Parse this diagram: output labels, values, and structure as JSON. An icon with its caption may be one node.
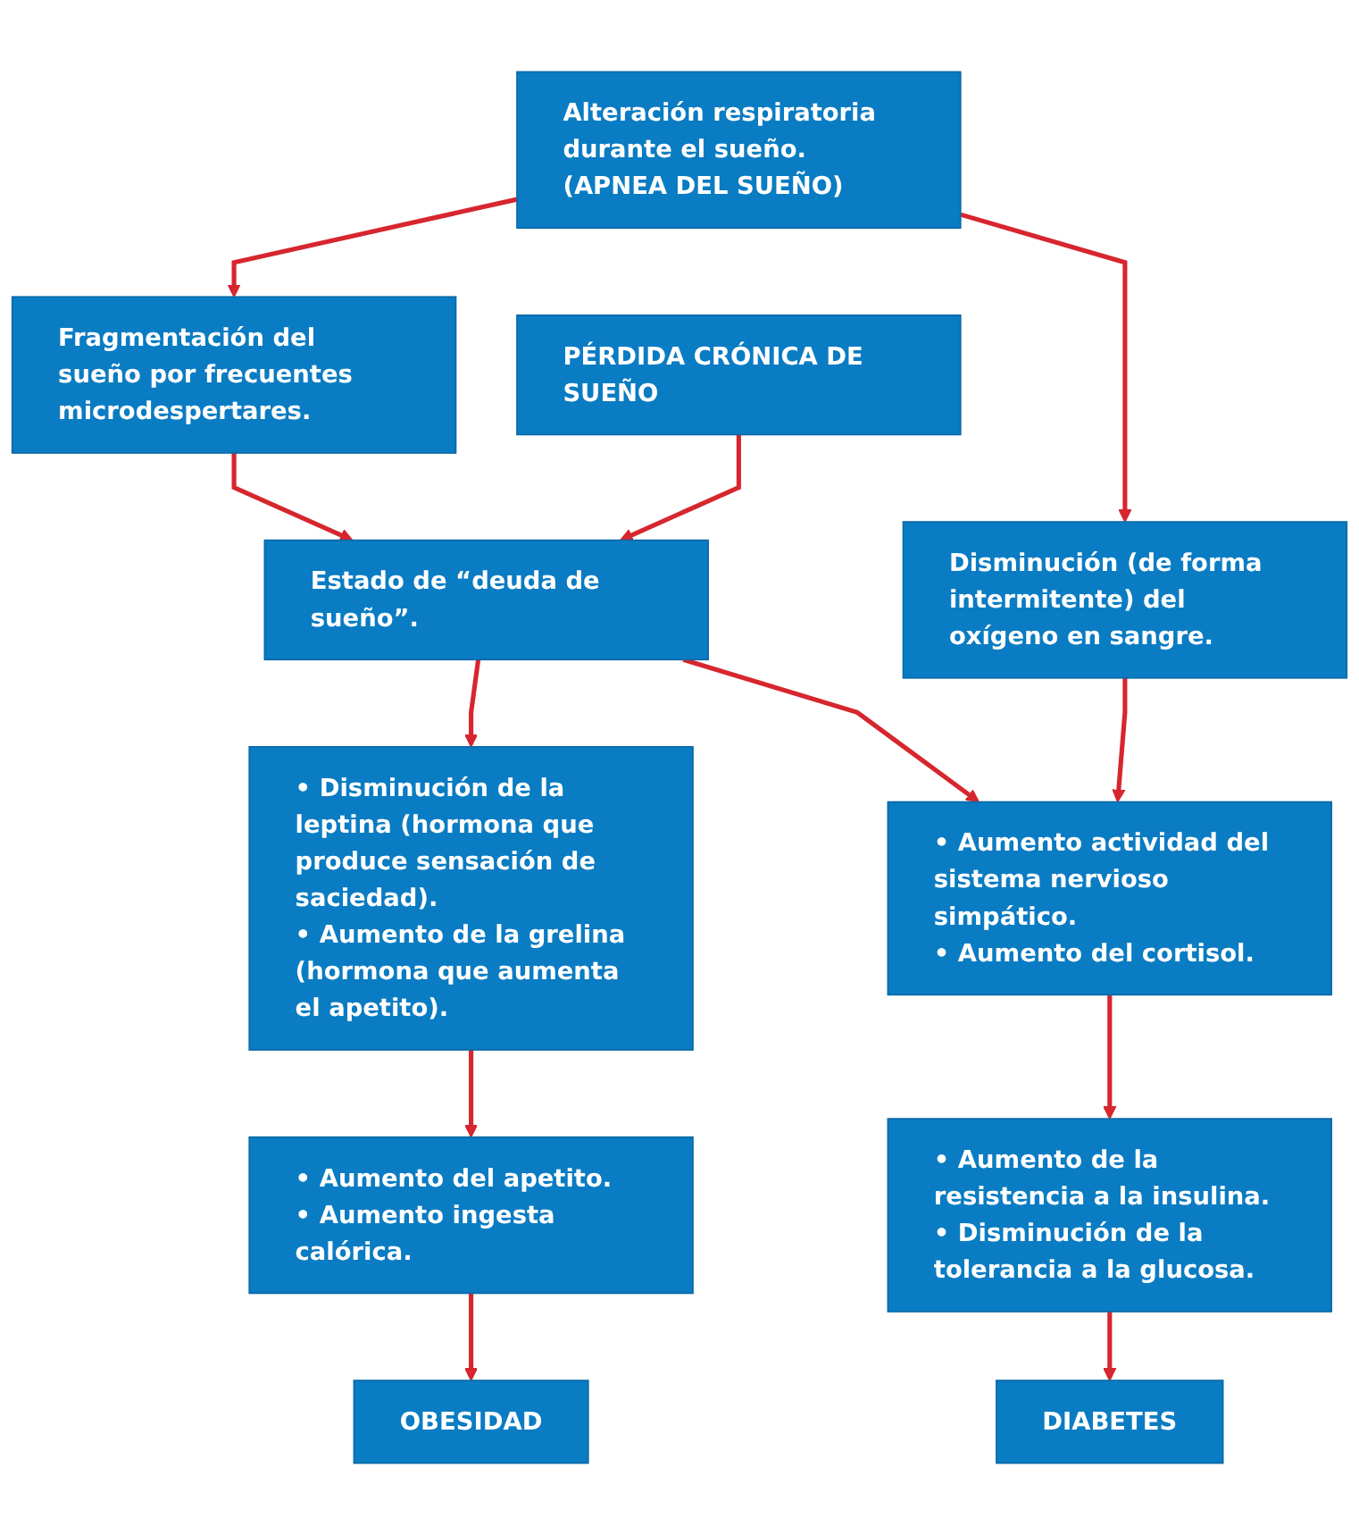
{
  "diagram": {
    "nodes": [
      {
        "text": [
          "Fragmentación del sueño por frecuentes microdespertares."
        ]
      },
      {
        "text": [
          "Alteración respiratoria durante el sueño. (APNEA DEL SUEÑO)"
        ]
      },
      {
        "text": [
          "PÉRDIDA CRÓNICA DE SUEÑO"
        ]
      },
      {
        "text": [
          "Estado de “deuda de sueño”."
        ]
      },
      {
        "text": [
          "Disminución (de forma intermitente) del oxígeno en sangre."
        ]
      },
      {
        "text": [
          "• Disminución de la leptina (hormona que produce sensación de saciedad).",
          "• Aumento de la grelina (hormona que aumenta el apetito)."
        ]
      },
      {
        "text": [
          "• Aumento actividad del sistema nervioso simpático.",
          "• Aumento del cortisol."
        ]
      },
      {
        "text": [
          "• Aumento del apetito.",
          "• Aumento ingesta calórica."
        ]
      },
      {
        "text": [
          "• Aumento de la resistencia a la insulina.",
          "• Disminución de la tolerancia a la glucosa."
        ]
      },
      {
        "text": [
          "OBESIDAD"
        ]
      },
      {
        "text": [
          "DIABETES"
        ]
      }
    ],
    "edges": [
      {
        "from": 1,
        "to": 0,
        "arrow": "to"
      },
      {
        "from": 0,
        "to": 3,
        "arrow": "to"
      },
      {
        "from": 1,
        "to": 4,
        "arrow": "to"
      },
      {
        "from": 2,
        "to": 3,
        "arrow": "to"
      },
      {
        "from": 3,
        "to": 5,
        "arrow": "to"
      },
      {
        "from": 3,
        "to": 6,
        "arrow": "to"
      },
      {
        "from": 4,
        "to": 6,
        "arrow": "to"
      },
      {
        "from": 5,
        "to": 7,
        "arrow": "to"
      },
      {
        "from": 6,
        "to": 8,
        "arrow": "to"
      },
      {
        "from": 7,
        "to": 9,
        "arrow": "to"
      },
      {
        "from": 8,
        "to": 10,
        "arrow": "to"
      }
    ]
  }
}
